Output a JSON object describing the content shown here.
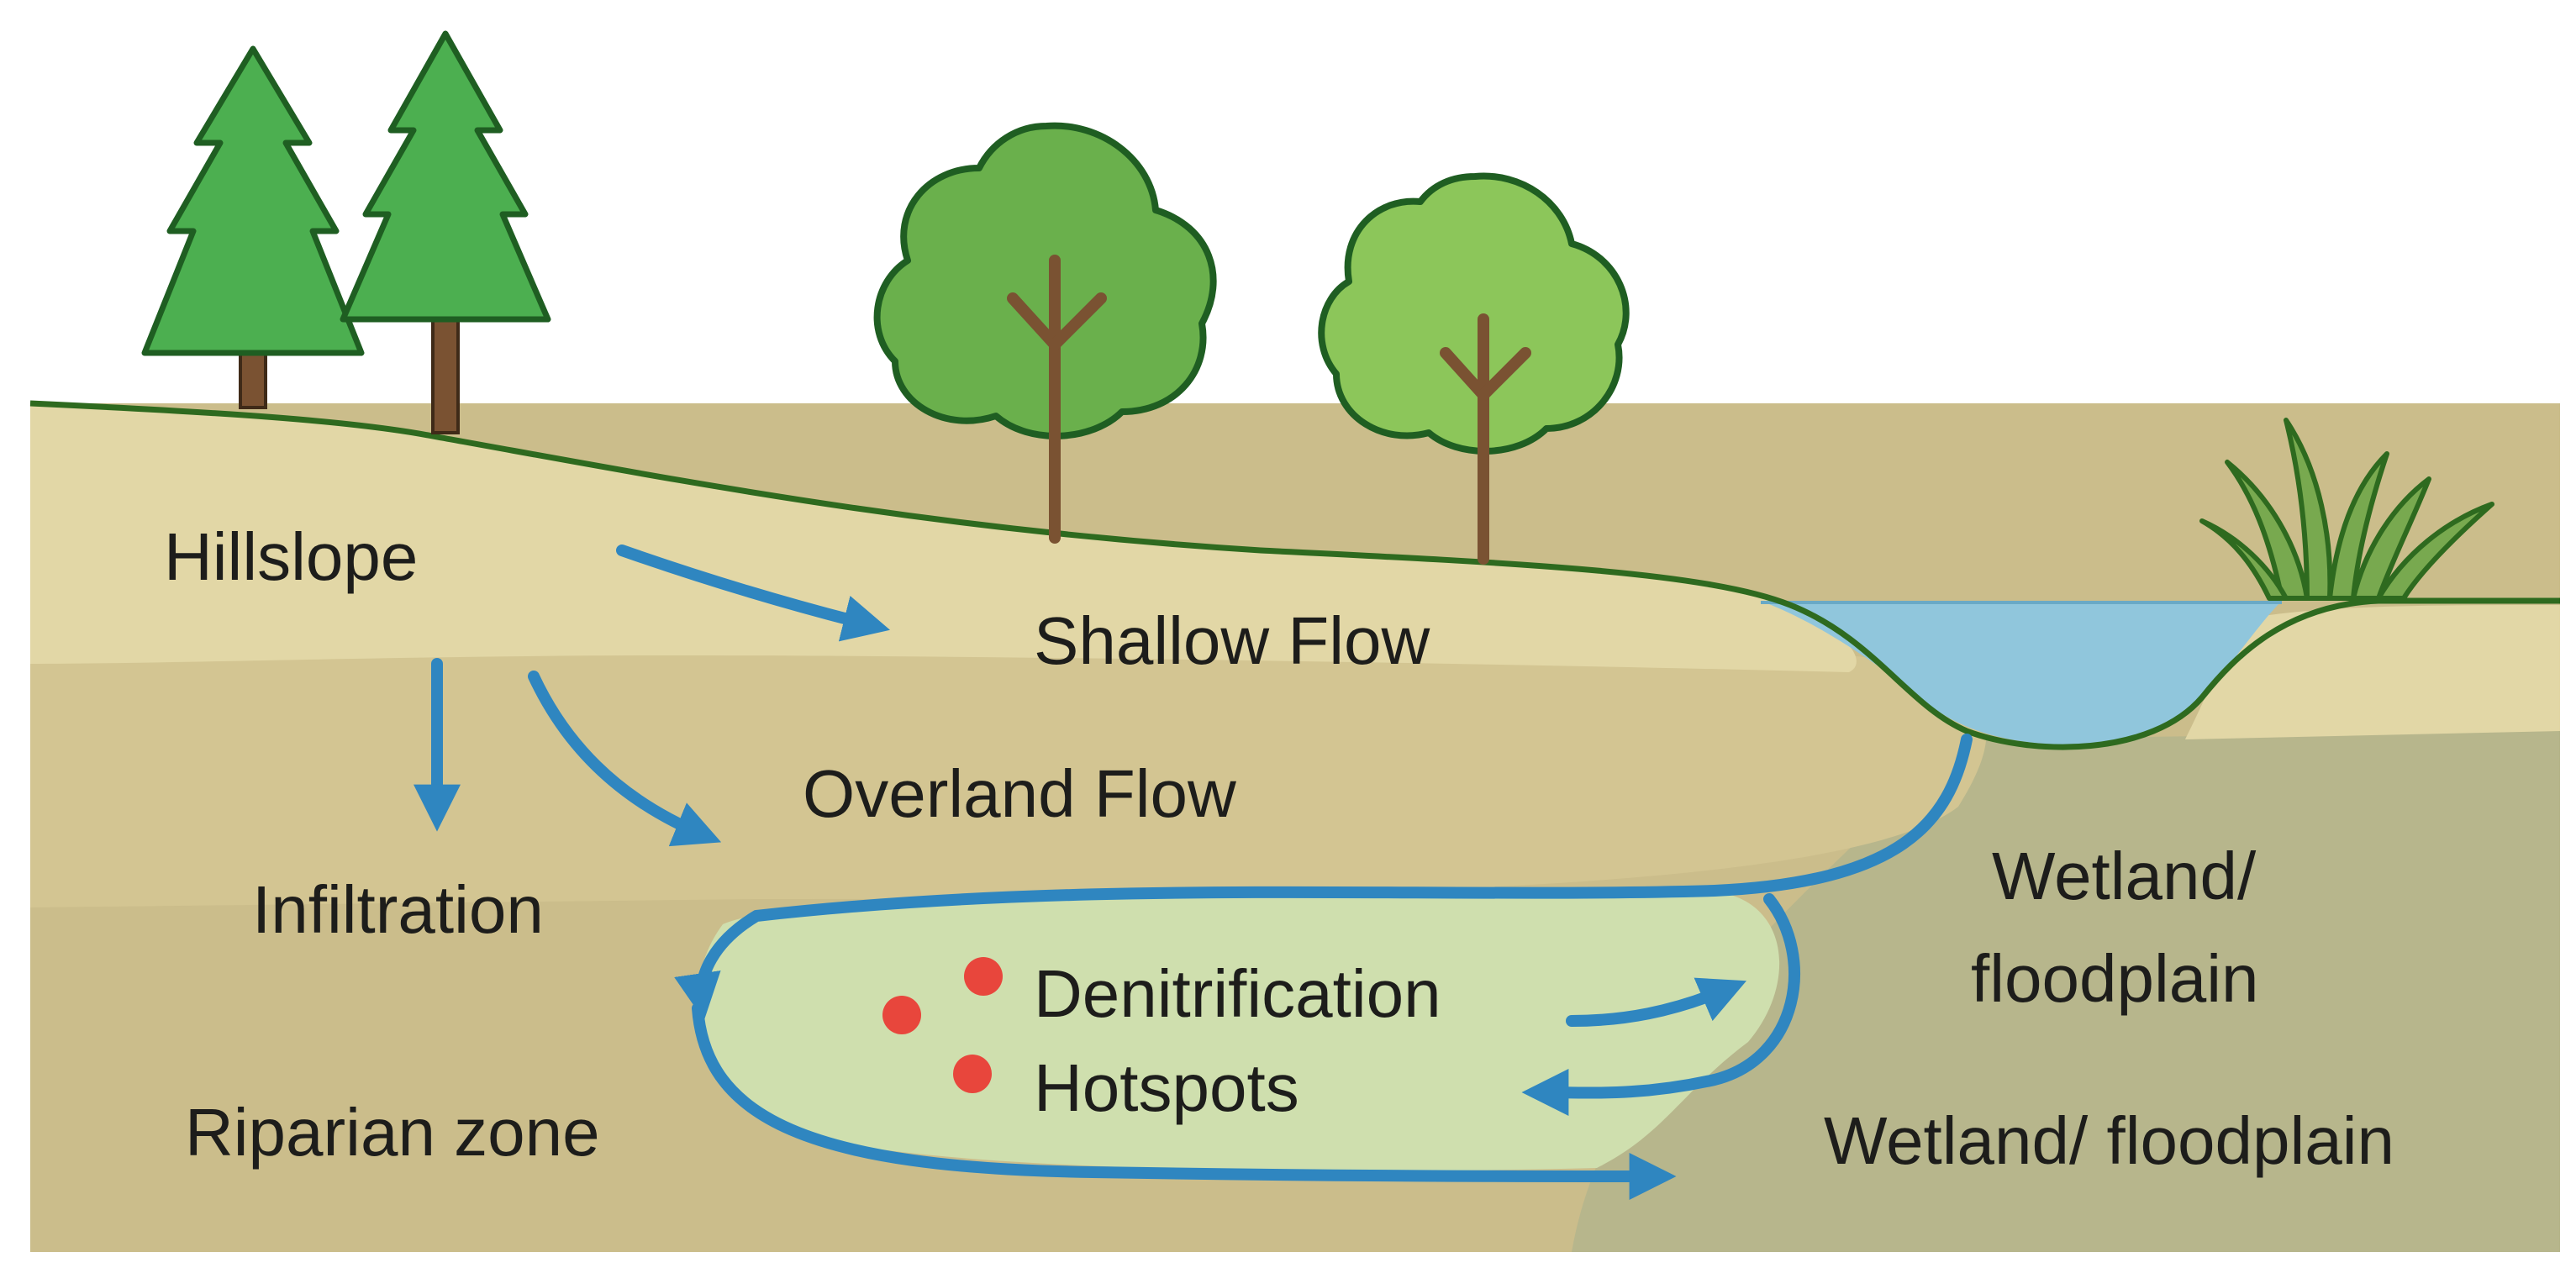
{
  "labels": {
    "hillslope": "Hillslope",
    "shallow_flow": "Shallow Flow",
    "overland_flow": "Overland Flow",
    "infiltration": "Infiltration",
    "riparian_zone": "Riparian zone",
    "denitrification_line1": "Denitrification",
    "denitrification_line2": "Hotspots",
    "wetland_upper_line1": "Wetland/",
    "wetland_upper_line2": "floodplain",
    "wetland_lower": "Wetland/ floodplain"
  },
  "colors": {
    "soil_top": "#e2d7a6",
    "soil_mid": "#d3c592",
    "soil_deep": "#cbbd8b",
    "wetland": "#b7b68c",
    "hotspot_zone": "#cfdfae",
    "water": "#90c6dc",
    "flow_arrow": "#2f86c0",
    "ground_line": "#2e6a1f",
    "conifer": "#4caf50",
    "broadleaf_dark": "#6ab04c",
    "broadleaf_light": "#8cc65a",
    "trunk": "#7a5232",
    "hotspot_dot": "#e8463c"
  },
  "icons": {
    "conifer_1": "conifer-tree-icon",
    "conifer_2": "conifer-tree-icon",
    "broadleaf_1": "broadleaf-tree-icon",
    "broadleaf_2": "broadleaf-tree-icon",
    "reeds": "reed-grass-icon"
  }
}
